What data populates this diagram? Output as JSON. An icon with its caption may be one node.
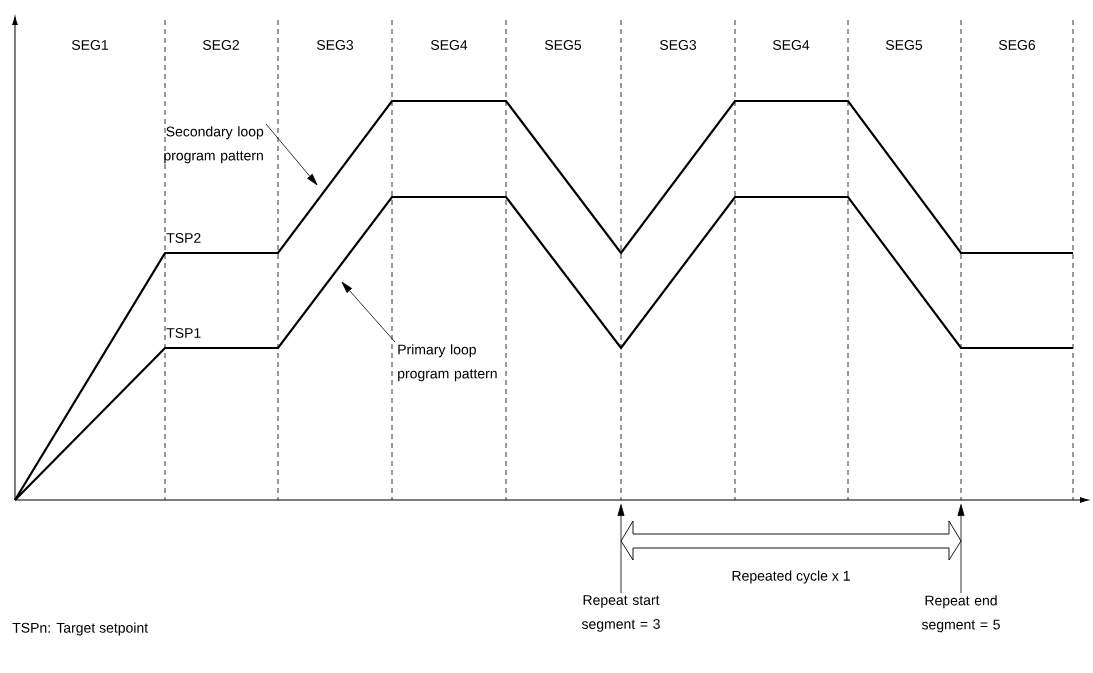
{
  "diagram": {
    "nodes": [
      {
        "text": [
          "Secondary loop program pattern"
        ]
      },
      {
        "text": [
          "Primary loop program pattern"
        ]
      },
      {
        "text": [
          "Repeat start segment = 3"
        ]
      },
      {
        "text": [
          "Repeat end segment = 5"
        ]
      }
    ],
    "edges": [
      {
        "from": 0,
        "to": null,
        "arrow": "to"
      },
      {
        "from": 1,
        "to": null,
        "arrow": "to"
      },
      {
        "from": 2,
        "to": null,
        "arrow": "to"
      },
      {
        "from": 3,
        "to": null,
        "arrow": "to"
      }
    ],
    "labels": [
      "SEG1",
      "SEG2",
      "SEG3",
      "SEG4",
      "SEG5",
      "SEG3",
      "SEG4",
      "SEG5",
      "SEG6",
      "TSP2",
      "TSP1",
      "Repeated cycle x 1",
      "TSPn: Target setpoint"
    ]
  }
}
